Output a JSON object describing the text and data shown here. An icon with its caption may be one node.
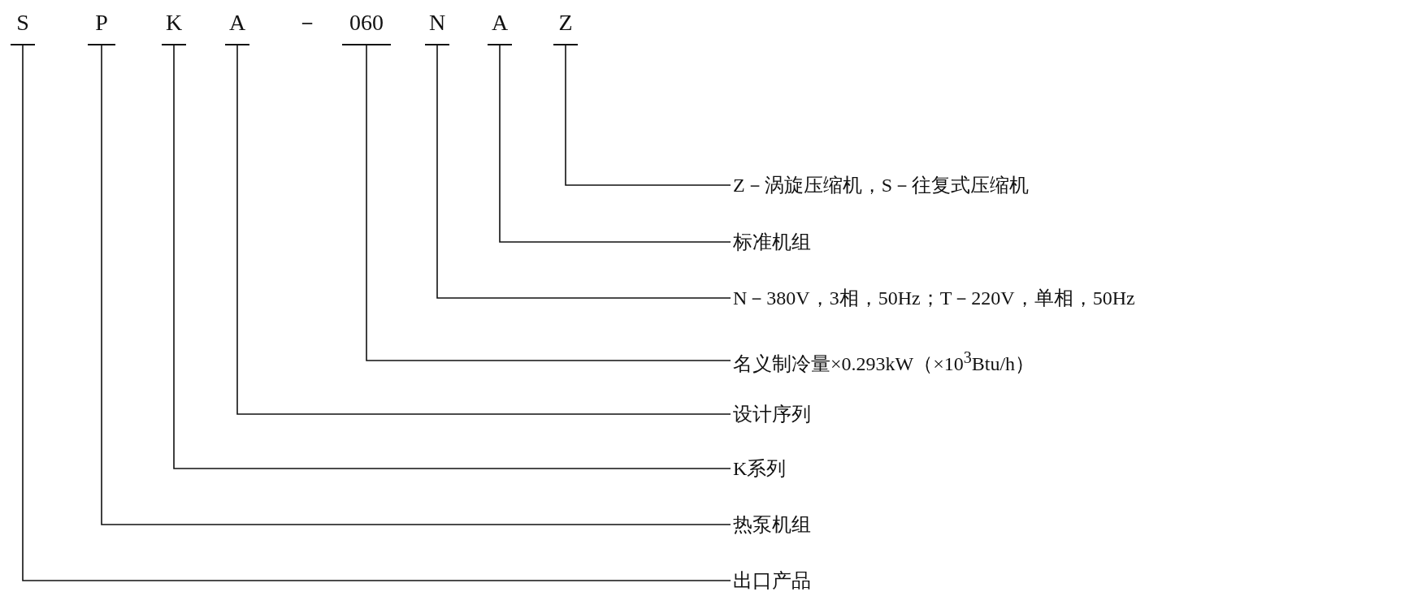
{
  "diagram": {
    "nodes": [
      {
        "text": [
          "S"
        ]
      },
      {
        "text": [
          "P"
        ]
      },
      {
        "text": [
          "K"
        ]
      },
      {
        "text": [
          "A"
        ]
      },
      {
        "text": [
          "060"
        ]
      },
      {
        "text": [
          "N"
        ]
      },
      {
        "text": [
          "A"
        ]
      },
      {
        "text": [
          "Z"
        ]
      },
      {
        "text": [
          "Z－涡旋压缩机，S－往复式压缩机"
        ]
      },
      {
        "text": [
          "标准机组"
        ]
      },
      {
        "text": [
          "N－380V，3相，50Hz；T－220V，单相，50Hz"
        ]
      },
      {
        "text": [
          "名义制冷量×0.293kW（×10$^{3}$Btu/h）"
        ]
      },
      {
        "text": [
          "设计序列"
        ]
      },
      {
        "text": [
          "K系列"
        ]
      },
      {
        "text": [
          "热泵机组"
        ]
      },
      {
        "text": [
          "出口产品"
        ]
      }
    ],
    "edges": [
      {
        "from": 7,
        "to": 8,
        "arrow": "none"
      },
      {
        "from": 6,
        "to": 9,
        "arrow": "none"
      },
      {
        "from": 5,
        "to": 10,
        "arrow": "none"
      },
      {
        "from": 4,
        "to": 11,
        "arrow": "none"
      },
      {
        "from": 3,
        "to": 12,
        "arrow": "none"
      },
      {
        "from": 2,
        "to": 13,
        "arrow": "none"
      },
      {
        "from": 1,
        "to": 14,
        "arrow": "none"
      },
      {
        "from": 0,
        "to": 15,
        "arrow": "none"
      }
    ],
    "labels": [
      "－"
    ]
  }
}
